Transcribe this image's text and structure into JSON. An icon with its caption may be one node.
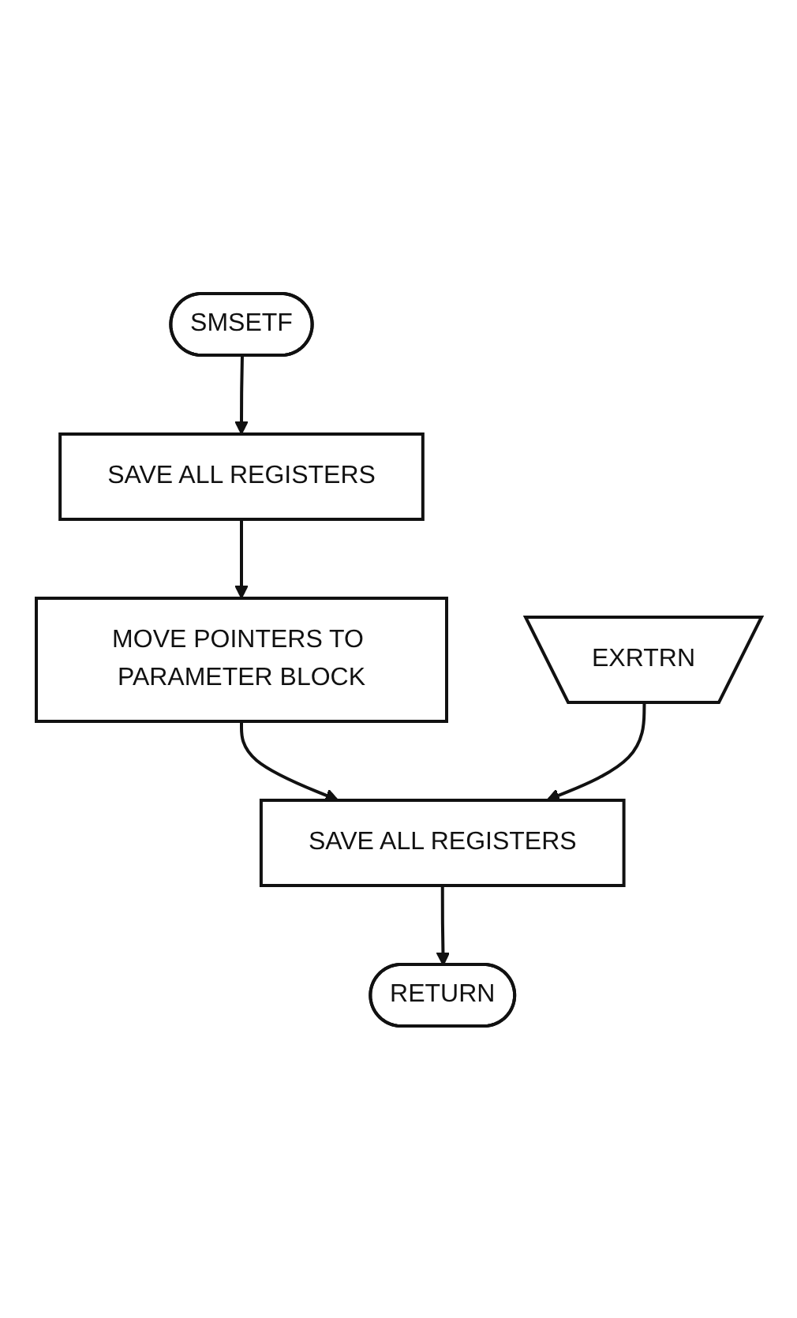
{
  "diagram": {
    "nodes": [
      {
        "text": [
          "SMSETF"
        ]
      },
      {
        "text": [
          "EXRTRN"
        ]
      },
      {
        "text": [
          "SAVE ALL REGISTERS"
        ]
      },
      {
        "text": [
          "MOVE POINTERS TO PARAMETER BLOCK"
        ]
      },
      {
        "text": [
          "SAVE ALL REGISTERS"
        ]
      },
      {
        "text": [
          "RETURN"
        ]
      }
    ],
    "edges": [
      {
        "from": 0,
        "to": 2,
        "arrow": "to"
      },
      {
        "from": 2,
        "to": 3,
        "arrow": "to"
      },
      {
        "from": 3,
        "to": 4,
        "arrow": "to"
      },
      {
        "from": 1,
        "to": 4,
        "arrow": "to"
      },
      {
        "from": 4,
        "to": 5,
        "arrow": "to"
      }
    ]
  }
}
